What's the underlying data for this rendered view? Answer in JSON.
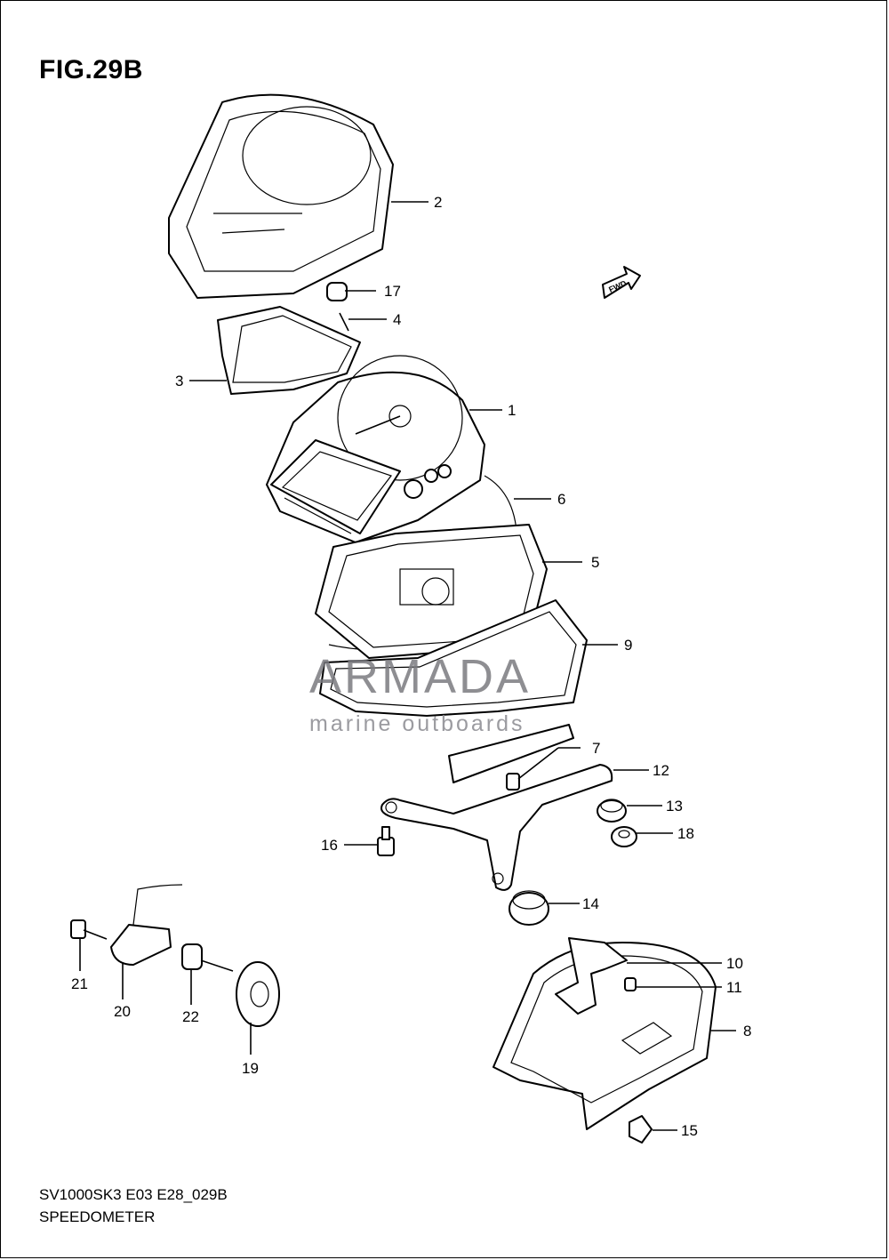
{
  "figure": {
    "title": "FIG.29B"
  },
  "callouts": [
    {
      "num": "1"
    },
    {
      "num": "2"
    },
    {
      "num": "3"
    },
    {
      "num": "4"
    },
    {
      "num": "5"
    },
    {
      "num": "6"
    },
    {
      "num": "7"
    },
    {
      "num": "8"
    },
    {
      "num": "9"
    },
    {
      "num": "10"
    },
    {
      "num": "11"
    },
    {
      "num": "12"
    },
    {
      "num": "13"
    },
    {
      "num": "14"
    },
    {
      "num": "15"
    },
    {
      "num": "16"
    },
    {
      "num": "17"
    },
    {
      "num": "18"
    },
    {
      "num": "19"
    },
    {
      "num": "20"
    },
    {
      "num": "21"
    },
    {
      "num": "22"
    }
  ],
  "fwd_badge": "FWD",
  "watermark": {
    "brand": "ARMADA",
    "tagline": "marine outboards",
    "color": "#e9a6c9"
  },
  "footer": {
    "model_code": "SV1000SK3 E03 E28_029B",
    "name": "SPEEDOMETER"
  }
}
